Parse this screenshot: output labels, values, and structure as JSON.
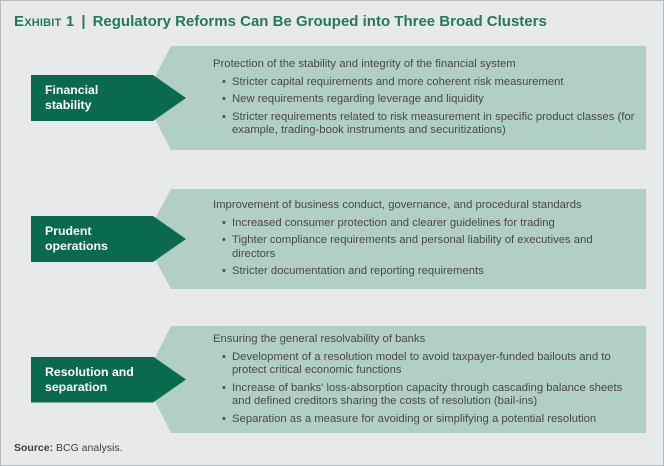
{
  "header": {
    "exhibit_label": "Exhibit 1",
    "separator": "|",
    "title": "Regulatory Reforms Can Be Grouped into Three Broad Clusters"
  },
  "bullet_char": "•",
  "clusters": [
    {
      "label": "Financial stability",
      "heading": "Protection of the stability and integrity of the financial system",
      "bullets": [
        "Stricter capital requirements and more coherent risk measurement",
        "New requirements regarding leverage and liquidity",
        "Stricter requirements related to risk measurement in specific product classes (for example, trading-book instruments and securitizations)"
      ]
    },
    {
      "label": "Prudent operations",
      "heading": "Improvement of business conduct, governance, and procedural standards",
      "bullets": [
        "Increased consumer protection and clearer guidelines for trading",
        "Tighter compliance requirements and personal liability of executives and directors",
        "Stricter documentation and reporting requirements"
      ]
    },
    {
      "label": "Resolution and separation",
      "heading": "Ensuring the general resolvability of banks",
      "bullets": [
        "Development of a resolution model to avoid taxpayer-funded bailouts and to protect critical economic functions",
        "Increase of banks' loss-absorption capacity through cascading balance sheets and defined creditors sharing the costs of resolution (bail-ins)",
        "Separation as a measure for avoiding or simplifying a potential resolution"
      ]
    }
  ],
  "footer": {
    "source_label": "Source:",
    "source_text": " BCG analysis."
  },
  "colors": {
    "accent_dark_green": "#0a6a50",
    "accent_light_green": "#b2cfc3",
    "title_green": "#217a5e",
    "body_text": "#48484a",
    "background": "#e8e9ea"
  }
}
